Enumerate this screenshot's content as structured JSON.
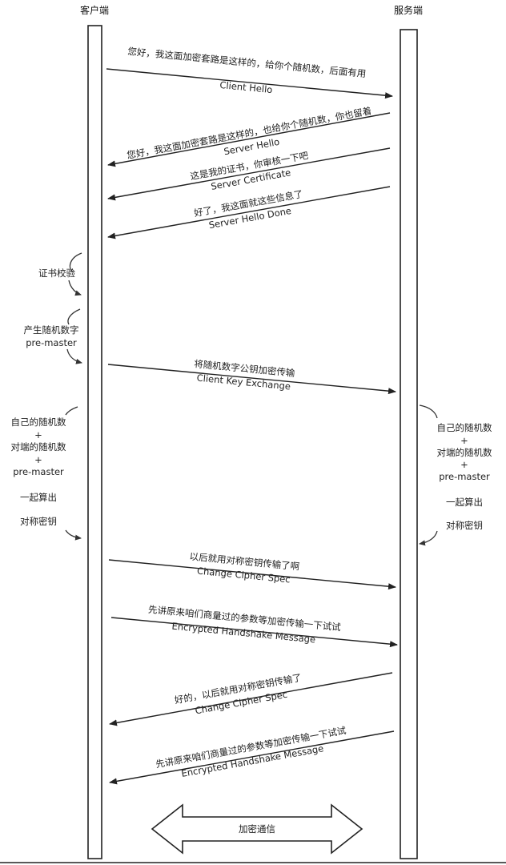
{
  "client_label": "客户端",
  "server_label": "服务端",
  "messages": [
    {
      "line1": "您好，我这面加密套路是这样的，给你个随机数，后面有用",
      "line2": "Client Hello"
    },
    {
      "line1": "您好，我这面加密套路是这样的，也给你个随机数，你也留着",
      "line2": "Server Hello"
    },
    {
      "line1": "这是我的证书，你审核一下吧",
      "line2": "Server Certificate"
    },
    {
      "line1": "好了，我这面就这些信息了",
      "line2": "Server Hello Done"
    },
    {
      "line1": "将随机数字公钥加密传输",
      "line2": "Client Key Exchange"
    },
    {
      "line1": "以后就用对称密钥传输了啊",
      "line2": "Change Cipher Spec"
    },
    {
      "line1": "先讲原来咱们商量过的参数等加密传输一下试试",
      "line2": "Encrypted Handshake Message"
    },
    {
      "line1": "好的，以后就用对称密钥传输了",
      "line2": "Change Cipher Spec"
    },
    {
      "line1": "先讲原来咱们商量过的参数等加密传输一下试试",
      "line2": "Encrypted Handshake Message"
    }
  ],
  "client_notes": {
    "verify": "证书校验",
    "premaster_1": "产生随机数字",
    "premaster_2": "pre-master",
    "calc": [
      "自己的随机数",
      "+",
      "对端的随机数",
      "+",
      "pre-master",
      "一起算出",
      "对称密钥"
    ]
  },
  "server_notes": {
    "calc": [
      "自己的随机数",
      "+",
      "对端的随机数",
      "+",
      "pre-master",
      "一起算出",
      "对称密钥"
    ]
  },
  "secure_channel_label": "加密通信"
}
